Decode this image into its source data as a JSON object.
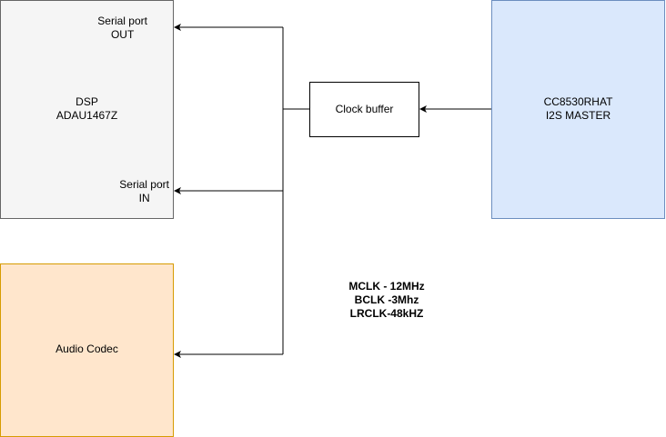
{
  "dsp": {
    "title": "DSP",
    "part": "ADAU1467Z",
    "port_out_line1": "Serial port",
    "port_out_line2": "OUT",
    "port_in_line1": "Serial port",
    "port_in_line2": "IN"
  },
  "codec": {
    "label": "Audio Codec"
  },
  "clock_buffer": {
    "label": "Clock buffer"
  },
  "master": {
    "title": "CC8530RHAT",
    "role": "I2S MASTER"
  },
  "clocks": {
    "mclk": "MCLK - 12MHz",
    "bclk": "BCLK -3Mhz",
    "lrclk": "LRCLK-48kHZ"
  },
  "colors": {
    "dsp_fill": "#f5f5f5",
    "dsp_stroke": "#666666",
    "codec_fill": "#ffe6cc",
    "codec_stroke": "#d79b00",
    "master_fill": "#dae8fc",
    "master_stroke": "#6c8ebf",
    "wire": "#000000"
  }
}
